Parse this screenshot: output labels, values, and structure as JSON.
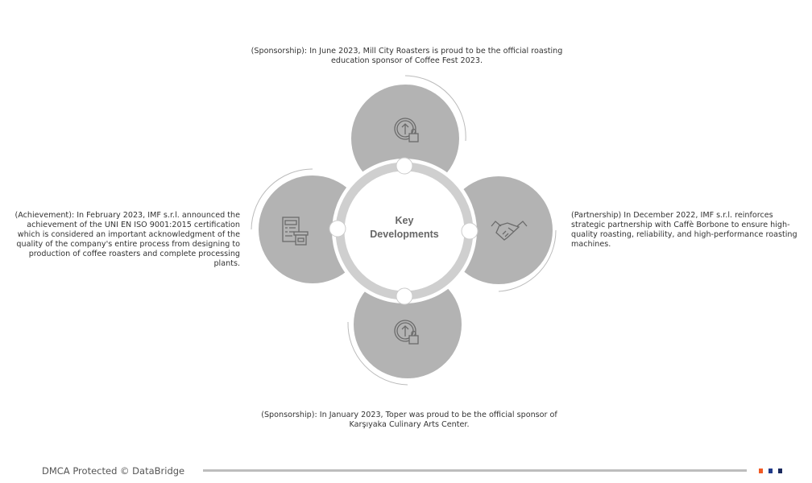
{
  "diagram": {
    "center_title_line1": "Key",
    "center_title_line2": "Developments",
    "items": [
      {
        "position": "top",
        "icon": "growth-shopping-bag-icon",
        "text": "(Sponsorship): In June 2023, Mill City Roasters is proud to be the official roasting education sponsor of Coffee Fest 2023."
      },
      {
        "position": "right",
        "icon": "handshake-icon",
        "text": "(Partnership) In December 2022, IMF s.r.l. reinforces strategic partnership with Caffè Borbone to ensure high-quality roasting, reliability, and high-performance roasting machines."
      },
      {
        "position": "bottom",
        "icon": "growth-shopping-bag-icon",
        "text": "(Sponsorship): In January 2023, Toper was proud to be the official sponsor of Karşıyaka Culinary Arts Center."
      },
      {
        "position": "left",
        "icon": "document-box-icon",
        "text": "(Achievement): In February 2023, IMF s.r.l. announced the achievement of the UNI EN ISO 9001:2015 certification which is considered an important acknowledgment of the quality of the company's entire process from designing to production of coffee roasters and complete processing plants."
      }
    ]
  },
  "footer": {
    "text": "DMCA Protected © DataBridge",
    "colors": [
      "#f15a24",
      "#1f3a8a",
      "#1b2a5e"
    ]
  },
  "colors": {
    "circle": "#b3b3b3",
    "ring": "#cfcfcf",
    "icon": "#6b6b6b"
  }
}
